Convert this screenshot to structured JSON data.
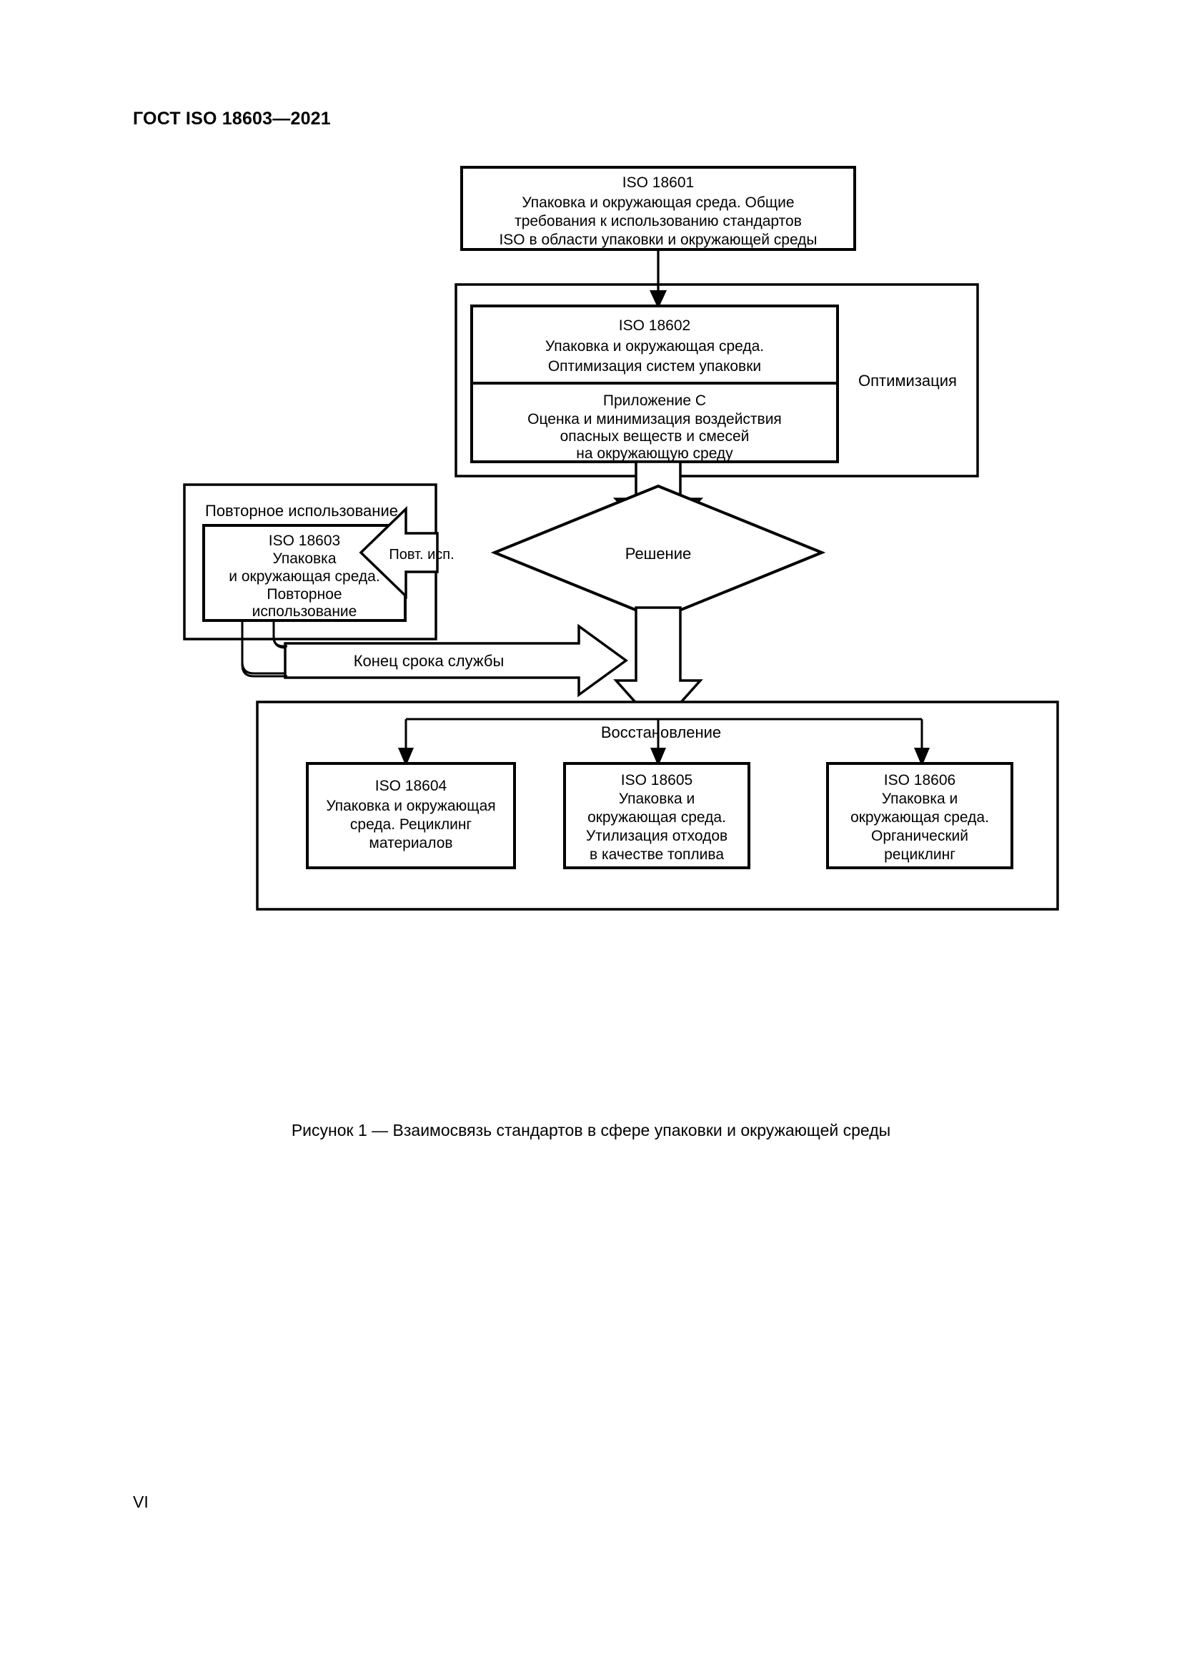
{
  "document": {
    "header": "ГОСТ ISO 18603—2021",
    "page_number": "VI",
    "figure_caption": "Рисунок 1 — Взаимосвязь стандартов в сфере упаковки и окружающей среды"
  },
  "diagram": {
    "title": "Взаимосвязь стандартов в сфере упаковки и окружающей среды",
    "nodes": {
      "iso18601": {
        "standard": "ISO 18601",
        "lines": [
          "Упаковка и окружающая среда. Общие",
          "требования к использованию стандартов",
          "ISO в области упаковки и окружающей среды"
        ]
      },
      "iso18602": {
        "standard": "ISO 18602",
        "lines": [
          "Упаковка и окружающая среда.",
          "Оптимизация систем упаковки"
        ]
      },
      "annex_c": {
        "standard": "Приложение С",
        "lines": [
          "Оценка и минимизация воздействия",
          "опасных веществ и смесей",
          "на окружающую среду"
        ]
      },
      "iso18603": {
        "standard": "ISO 18603",
        "lines": [
          "Упаковка",
          "и окружающая среда.",
          "Повторное",
          "использование"
        ]
      },
      "iso18604": {
        "standard": "ISO 18604",
        "lines": [
          "Упаковка и окружающая",
          "среда. Рециклинг",
          "материалов"
        ]
      },
      "iso18605": {
        "standard": "ISO 18605",
        "lines": [
          "Упаковка и",
          "окружающая среда.",
          "Утилизация отходов",
          "в качестве топлива"
        ]
      },
      "iso18606": {
        "standard": "ISO 18606",
        "lines": [
          "Упаковка и",
          "окружающая среда.",
          "Органический",
          "рециклинг"
        ]
      }
    },
    "groups": {
      "optimization": "Оптимизация",
      "reuse": "Повторное использование",
      "recovery": "Восстановление"
    },
    "decision": "Решение",
    "edge_labels": {
      "reuse_branch": "Повт. исп.",
      "end_of_life": "Конец срока службы"
    },
    "colors": {
      "stroke": "#000000",
      "fill": "#ffffff",
      "text": "#000000"
    }
  }
}
